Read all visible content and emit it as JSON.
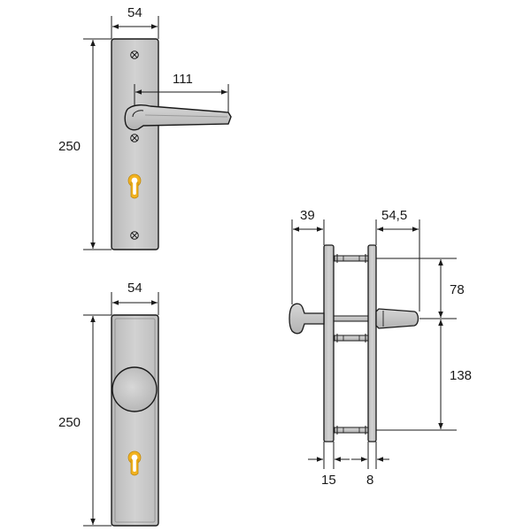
{
  "colors": {
    "metal": "#c4c4c4",
    "metal_light": "#dcdcdc",
    "metal_dark": "#9a9a9a",
    "outline": "#1a1a1a",
    "keyhole": "#f2b21f",
    "dimension_line": "#1a1a1a"
  },
  "dimensions": {
    "lever_plate_width": "54",
    "lever_plate_height": "250",
    "lever_projection": "111",
    "knob_plate_width": "54",
    "knob_plate_height": "250",
    "side_knob_projection": "39",
    "side_lever_projection": "54,5",
    "side_distance_upper": "78",
    "side_distance_lower": "138",
    "side_plate_thickness": "15",
    "side_door_gap": "8"
  },
  "icons": {
    "screw": "screw-icon",
    "keyhole": "keyhole-icon"
  }
}
